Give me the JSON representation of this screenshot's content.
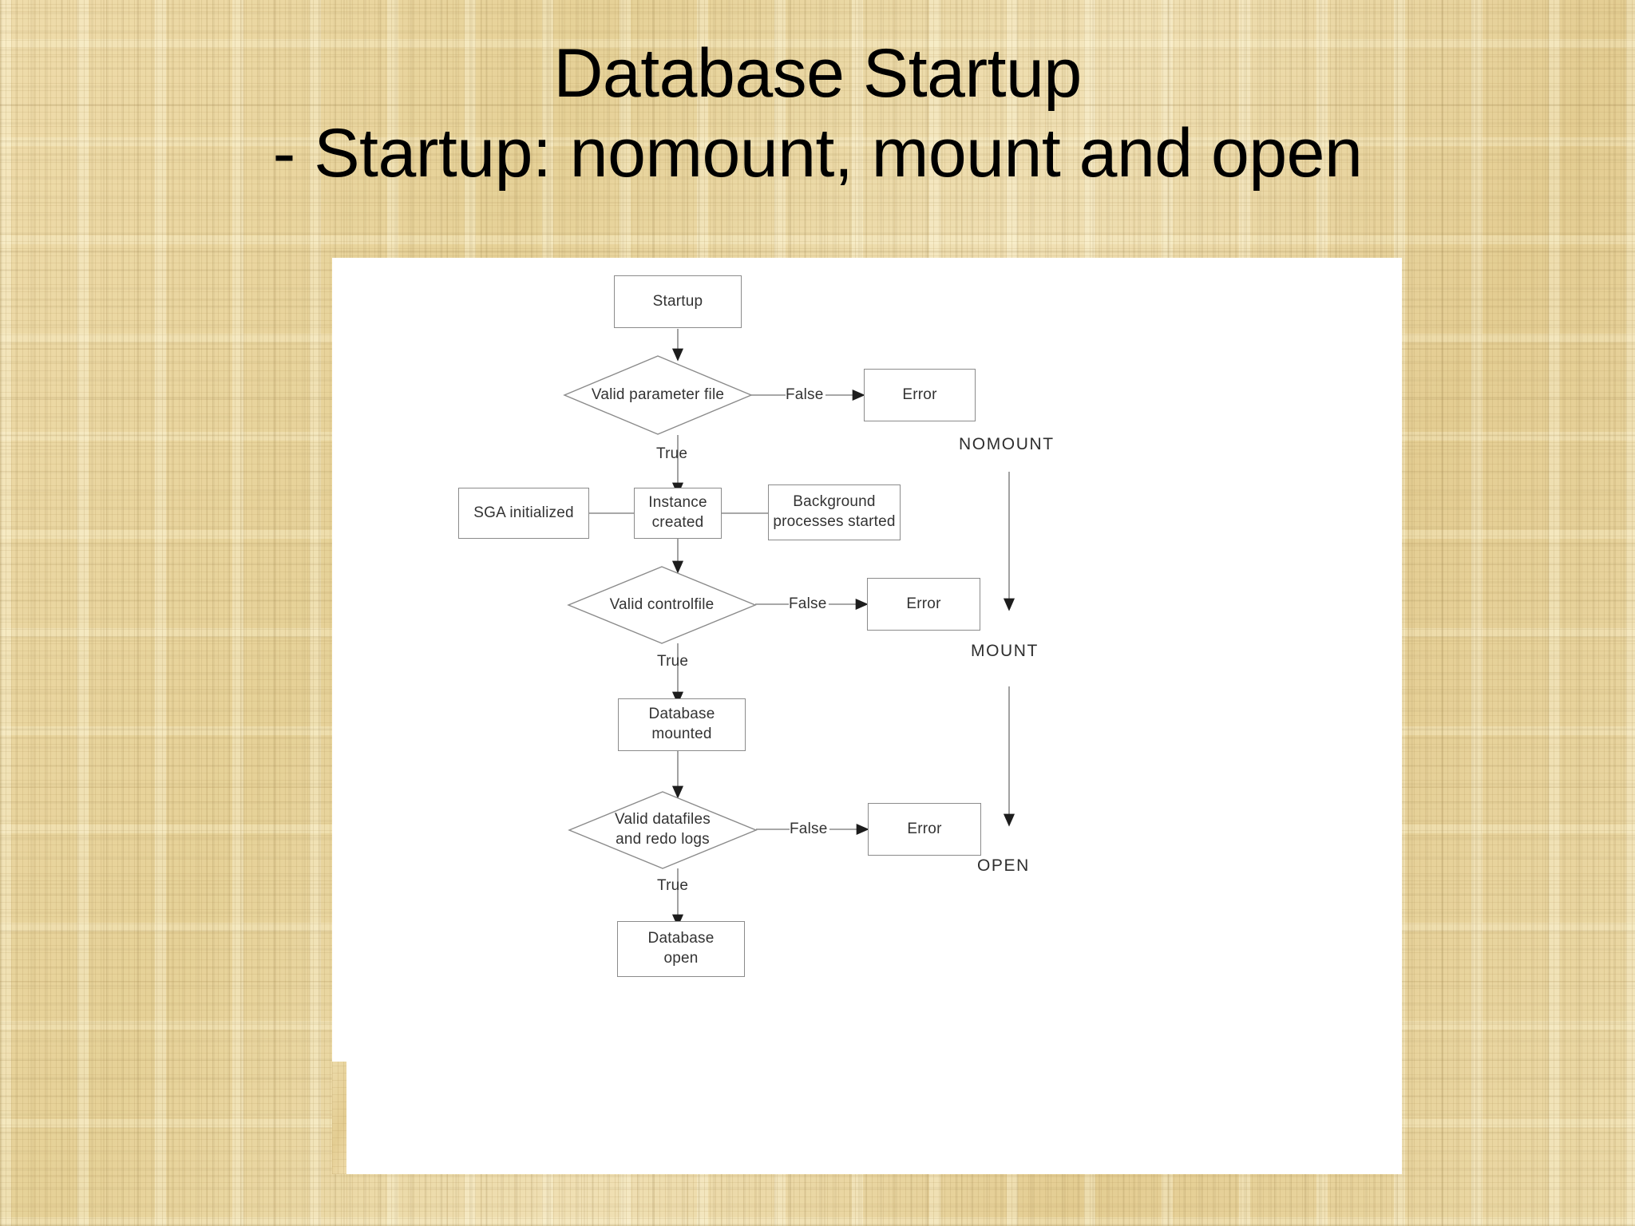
{
  "slide": {
    "title_line1": "Database Startup",
    "title_line2": "- Startup: nomount, mount and open",
    "background_color": "#e9d6a0",
    "panel_color": "#ffffff"
  },
  "flowchart": {
    "node_border_color": "#8b8b8b",
    "text_color": "#333333",
    "nodes": {
      "startup": "Startup",
      "valid_parameter_file": "Valid parameter file",
      "error_1": "Error",
      "sga_initialized": "SGA initialized",
      "instance_created": "Instance created",
      "background_processes": "Background\nprocesses started",
      "valid_controlfile": "Valid controlfile",
      "error_2": "Error",
      "database_mounted": "Database\nmounted",
      "valid_datafiles": "Valid datafiles\nand redo logs",
      "error_3": "Error",
      "database_open": "Database\nopen"
    },
    "edge_labels": {
      "false_1": "False",
      "true_1": "True",
      "false_2": "False",
      "true_2": "True",
      "false_3": "False",
      "true_3": "True"
    },
    "stages": {
      "nomount": "NOMOUNT",
      "mount": "MOUNT",
      "open": "OPEN"
    }
  }
}
